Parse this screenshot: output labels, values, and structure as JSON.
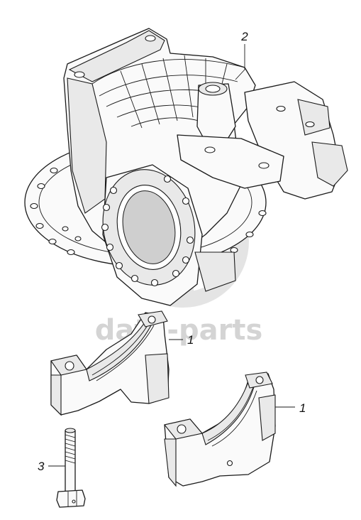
{
  "watermark": {
    "text": "data-parts",
    "color": "#d4d4d4"
  },
  "callouts": [
    {
      "id": "housing",
      "label": "2"
    },
    {
      "id": "cap-upper",
      "label": "1"
    },
    {
      "id": "cap-lower",
      "label": "1"
    },
    {
      "id": "bolt",
      "label": "3"
    }
  ],
  "colors": {
    "line": "#1a1a1a",
    "background": "#ffffff"
  }
}
